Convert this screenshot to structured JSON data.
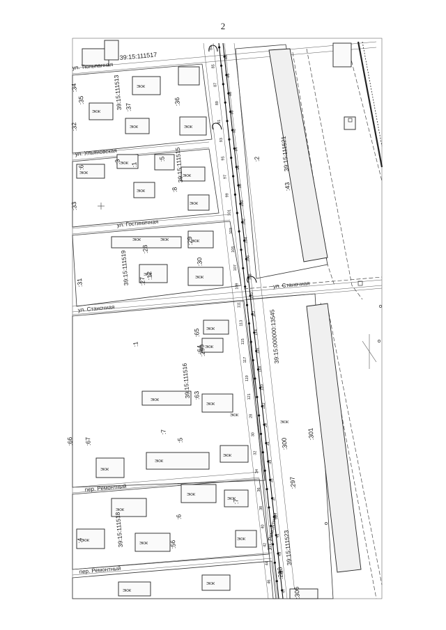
{
  "page_number": "2",
  "streets": [
    {
      "id": "tsvetochnaya",
      "text": "ул. Тюльпанная"
    },
    {
      "id": "ulyanovskaya",
      "text": "ул. Ульяновская"
    },
    {
      "id": "gostinichnaya",
      "text": "ул. Гостиничная"
    },
    {
      "id": "stanochnaya-e",
      "text": "ул. Станочная"
    },
    {
      "id": "stanochnaya-w",
      "text": "ул. Станочная"
    },
    {
      "id": "remontnaya",
      "text": "ул. Ремонтная"
    },
    {
      "id": "per-remontny-1",
      "text": "пер. Ремонтный"
    },
    {
      "id": "per-remontny-2",
      "text": "пер. Ремонтный"
    }
  ],
  "cadastral_quarters": [
    {
      "id": "q111517",
      "text": "39:15:111517"
    },
    {
      "id": "q111513",
      "text": "39:15:111513"
    },
    {
      "id": "q111515",
      "text": "39:15:111515"
    },
    {
      "id": "q111519",
      "text": "39:15:111519"
    },
    {
      "id": "q111521",
      "text": "39:15:111521"
    },
    {
      "id": "q000000",
      "text": "39:15:000000:13545"
    },
    {
      "id": "q111516",
      "text": "39:15:111516"
    },
    {
      "id": "q111518",
      "text": "39:15:111518"
    },
    {
      "id": "q111523",
      "text": "39:15:111523"
    }
  ],
  "parcels": [
    ":34",
    ":35",
    ":37",
    ":36",
    ":32",
    ":3",
    ":5",
    ":6",
    ":8",
    ":1",
    ":2",
    ":33",
    ":28",
    ":29",
    ":30",
    ":31",
    ":27",
    ":12",
    ":43",
    ":1",
    ":299",
    ":65",
    ":64",
    ":63",
    ":5",
    ":7",
    ":67",
    ":66",
    ":300",
    ":301",
    ":297",
    ":6",
    ":7",
    ":56",
    ":4",
    ":298",
    ":306"
  ],
  "building_tag": "ЭКЖ",
  "pipe_points": [
    "84",
    "83",
    "85",
    "86",
    "87",
    "88",
    "89",
    "90",
    "91",
    "92",
    "93",
    "94",
    "95",
    "96",
    "97",
    "98",
    "99",
    "100",
    "101",
    "102",
    "103",
    "104",
    "105",
    "106",
    "107",
    "108",
    "109",
    "110",
    "111",
    "112",
    "113",
    "114",
    "115",
    "116",
    "117",
    "118",
    "119",
    "120",
    "121",
    "122",
    "28",
    "29",
    "30",
    "31",
    "32",
    "33",
    "34",
    "35",
    "36",
    "37",
    "38",
    "39",
    "40",
    "41",
    "42",
    "43",
    "44",
    "45",
    "46",
    "47"
  ]
}
